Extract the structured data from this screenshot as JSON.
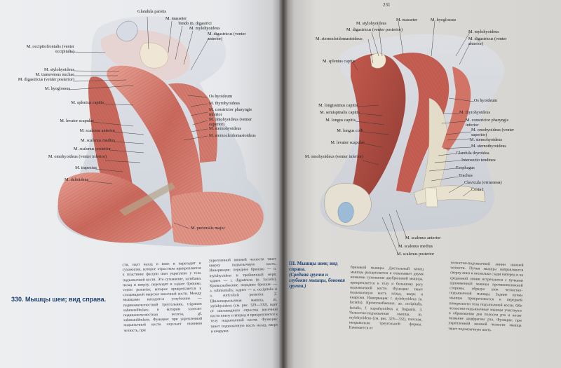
{
  "right_page_number": "231",
  "left_figure": {
    "caption": "330. Мышцы шеи; вид справа.",
    "labels_top": [
      "Glandula parotis",
      "M. masseter",
      "Tendo m. digastrici",
      "M. mylohyoideus",
      "M. digastricus (venter anterior)"
    ],
    "labels_left": [
      "M. occipitofrontalis (venter occipitalis)",
      "M. stylohyoideus",
      "M. transversus nuchae",
      "M. digastricus (venter posterior)",
      "M. hyoglossus",
      "M. splenius capitis",
      "M. levator scapulae",
      "M. scalenus anterior",
      "M. scalenus medius",
      "M. scalenus posterior",
      "M. omohyoideus (venter inferior)",
      "M. trapezius",
      "M. deltoideus"
    ],
    "labels_right": [
      "Os hyoideum",
      "M. thyrohyoideus",
      "M. constrictor pharyngis inferior",
      "M. omohyoideus (venter superior)",
      "M. sternohyoideus",
      "M. sternocleidomastoideus"
    ],
    "label_bottom": "M. pectoralis major"
  },
  "right_figure": {
    "caption_title": "III. Мышцы шеи; вид справа.",
    "caption_sub": "(Средняя группа и глубокие мышцы, боковая группа.)",
    "labels_top": [
      "M. stylohyoideus",
      "M. masseter",
      "M. hyoglossus",
      "M. digastricus (venter posterior)",
      "M. sternocleidomastoideus",
      "M. splenius capitis"
    ],
    "labels_topright": [
      "M. mylohyoideus",
      "M. digastricus (venter anterior)"
    ],
    "labels_left": [
      "M. longissimus capitis",
      "M. semispinalis capitis",
      "M. longus capitis",
      "M. longus colli",
      "M. levator scapulae",
      "M. omohyoideus (venter inferior)"
    ],
    "labels_right": [
      "Os hyoideum",
      "M. thyrohyoideus",
      "M. constrictor pharyngis inferior",
      "M. omohyoideus (venter superior)",
      "M. sternohyoideus",
      "M. sternothyroideus",
      "Glandula thyroidea",
      "Intersectio tendinea",
      "Esophagus",
      "Trachea",
      "Clavicula (отпилена)",
      "Costa I"
    ],
    "labels_bottom": [
      "M. scalenus anterior",
      "M. scalenus medius",
      "M. scalenus posterior"
    ]
  },
  "text_columns": {
    "col1": "сти, идет назад и вниз и переходит в сухожилие, которое отростком прикрепляется к пластинке фасции шеи укреплено у тела подъязычной кости. Это сухожилие, загибаясь назад и кверху, переходит в заднее брюшко, venter posterior, которое прикрепляется к сосцевидной вырезке височной кости. Между мышцами находится углубление — поднижнечелюстной треугольник, trigonum submandibulare, в котором залегает поднижнечелюстная железа, gl. submandibularis. Функция: при укрепленной подъязычной кости опускает нижнюю челюсть, при",
    "col2": "укрепленной нижней челюсти тянет кверху подъязычную кость. Иннервация: переднее брюшко — n. mylohyoideus и тройничный нерв; заднее — r. digastricus (n. facialis). Кровоснабжение: переднее брюшко — a. submentalis; заднее — a. occipitalis и a. auricularis posterior. 2. Шилоподъязычная мышца, m. stylohyoideus (см. рис. 329—332), идет от шиловидного отростка височной кости книзу и вперед и прикрепляется к телу подъязычной кости. Функция: тянет подъязычную кость назад, вверх и кнаружи.",
    "col3": "брюшкой мышцы. Дистальный конец мышцы расщепляется и охватывает двумя ножками сухожилие двубрюшной мышцы, прикрепляется к телу и большому рогу подъязычной кости. Функция: тянет подъязычную кость назад, вверх и кнаружи. Иннервация: r. stylohyoideus (n. facialis). Кровоснабжение: aa. occipitalis, facialis, f. suprahyoideus a. lingualis. 3. Челюстно-подъязычная мышца, m. mylohyoideus (см. рис. 329—332), плоская, неправильно треугольной формы. Начинается от",
    "col4": "челюстно-подъязычной линии нижней челюсти. Пучки мышцы направляются сверху вниз и несколько сзади наперед и на срединной линии встречаются с пучками одноименной мышцы противоположной стороны, образуя шов челюстно-подъязычной мышцы. Задние пучки мышцы прикрепляются к передней поверхности тела подъязычной кости. Обе челюстно-подъязычные мышцы участвуют в образовании дна полости рта и носят название диафрагмы рта. Функция: при укрепленной нижней челюсти мышца тянет подъязычную кость"
  }
}
